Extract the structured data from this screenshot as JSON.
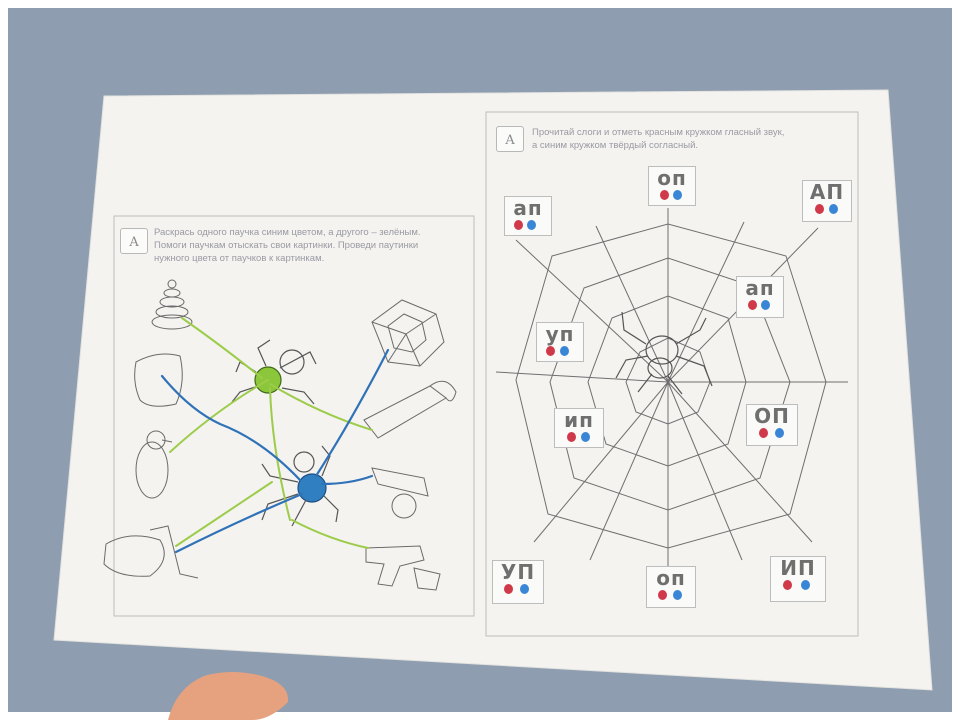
{
  "worksheet": {
    "left_task": {
      "badge": "А",
      "instructions": "Раскрась одного паучка синим цветом, а другого – зелёным.\nПомоги паучкам отыскать свои картинки. Проведи паутинки\nнужного цвета от паучков к картинкам."
    },
    "right_task": {
      "badge": "А",
      "instructions": "Прочитай слоги и отметь красным кружком гласный звук,\nа синим кружком твёрдый согласный.",
      "syllables": [
        "оп",
        "ап",
        "АП",
        "ап",
        "уп",
        "ип",
        "ОП",
        "УП",
        "оп",
        "ИП"
      ]
    }
  },
  "colors": {
    "paper": "#f4f3f0",
    "background": "#8f9db0",
    "green_marker": "#8cc63a",
    "blue_marker": "#2f7fc1",
    "red_marker": "#d0394a"
  }
}
